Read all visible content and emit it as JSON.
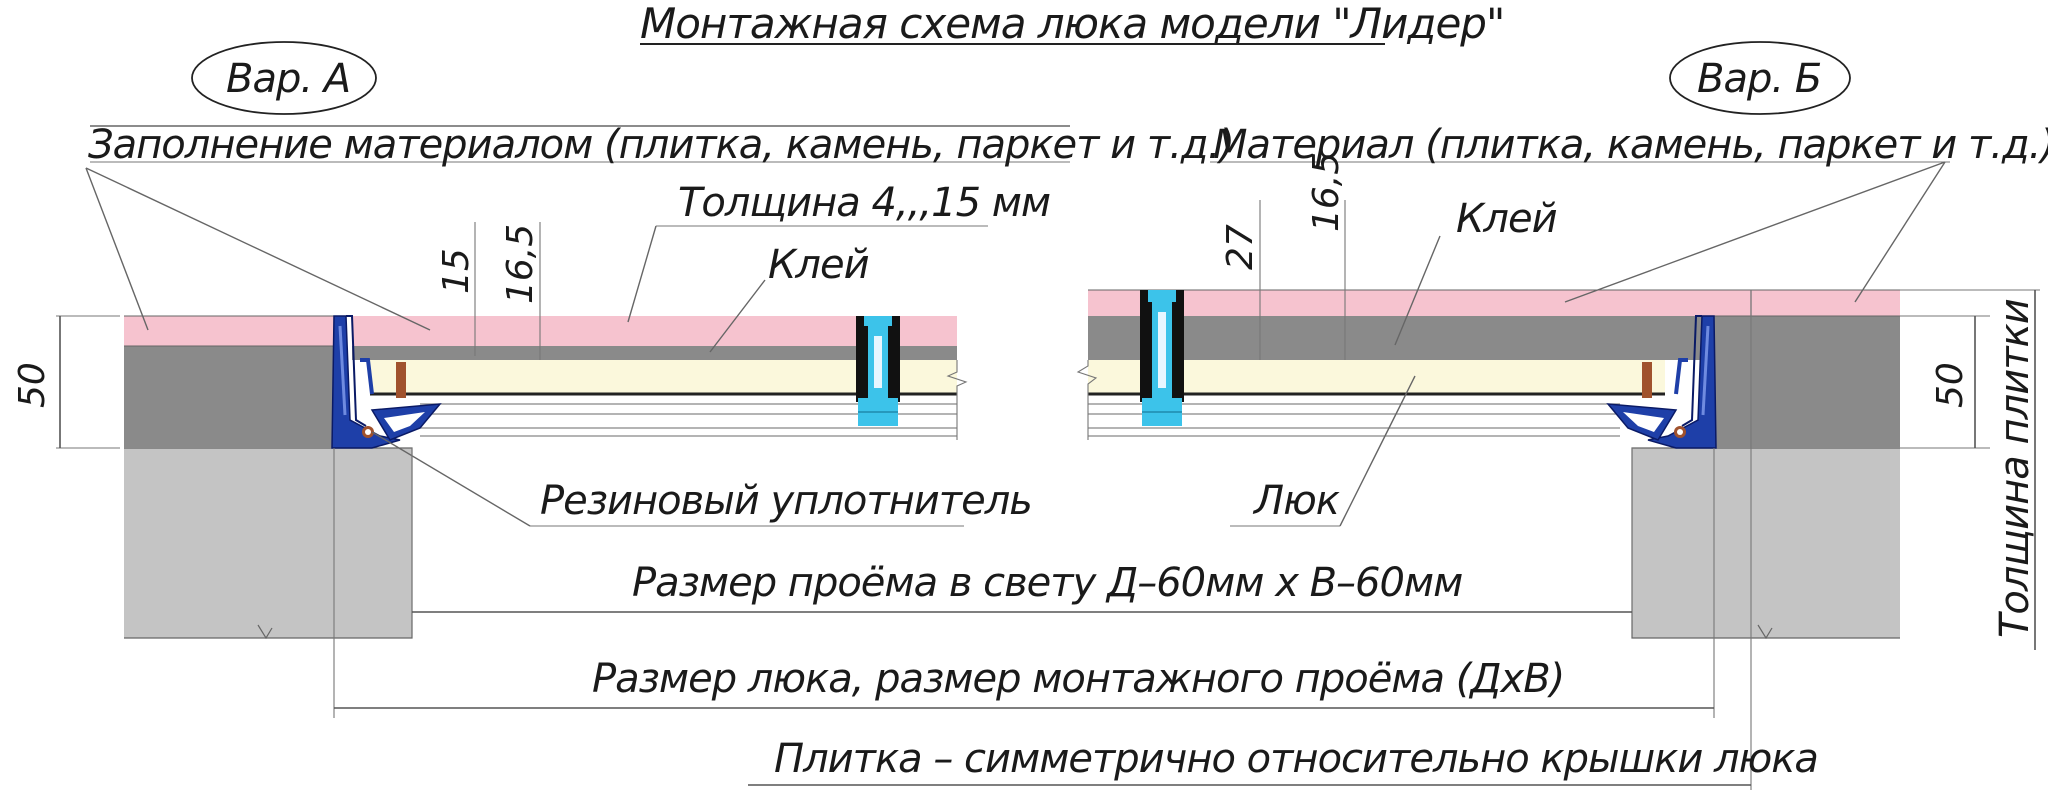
{
  "title": "Монтажная схема люка модели \"Лидер\"",
  "variant_a": "Вар. А",
  "variant_b": "Вар. Б",
  "labels": {
    "fill_material": "Заполнение материалом (плитка, камень, паркет и т.д.)",
    "material": "Материал (плитка, камень, паркет и т.д.)",
    "thickness": "Толщина 4,,,15 мм",
    "glue_left": "Клей",
    "glue_right": "Клей",
    "rubber_seal": "Резиновый уплотнитель",
    "hatch": "Люк",
    "opening_size": "Размер проёма в свету Д–60мм х В–60мм",
    "hatch_size": "Размер люка, размер монтажного проёма (ДхВ)",
    "tile_symmetric": "Плитка – симметрично относительно крышки люка",
    "tile_thickness": "Толщина плитки"
  },
  "dimensions": {
    "left_height": "50",
    "left_15": "15",
    "left_16_5": "16,5",
    "right_27": "27",
    "right_16_5": "16,5",
    "right_height": "50"
  },
  "colors": {
    "tile": "#f6c3cf",
    "glue": "#8a8a8a",
    "concrete": "#c4c4c4",
    "panel": "#fbf8dc",
    "frame": "#1e3fa8",
    "bolt": "#3cc3ea",
    "rubber": "#a0522d"
  }
}
